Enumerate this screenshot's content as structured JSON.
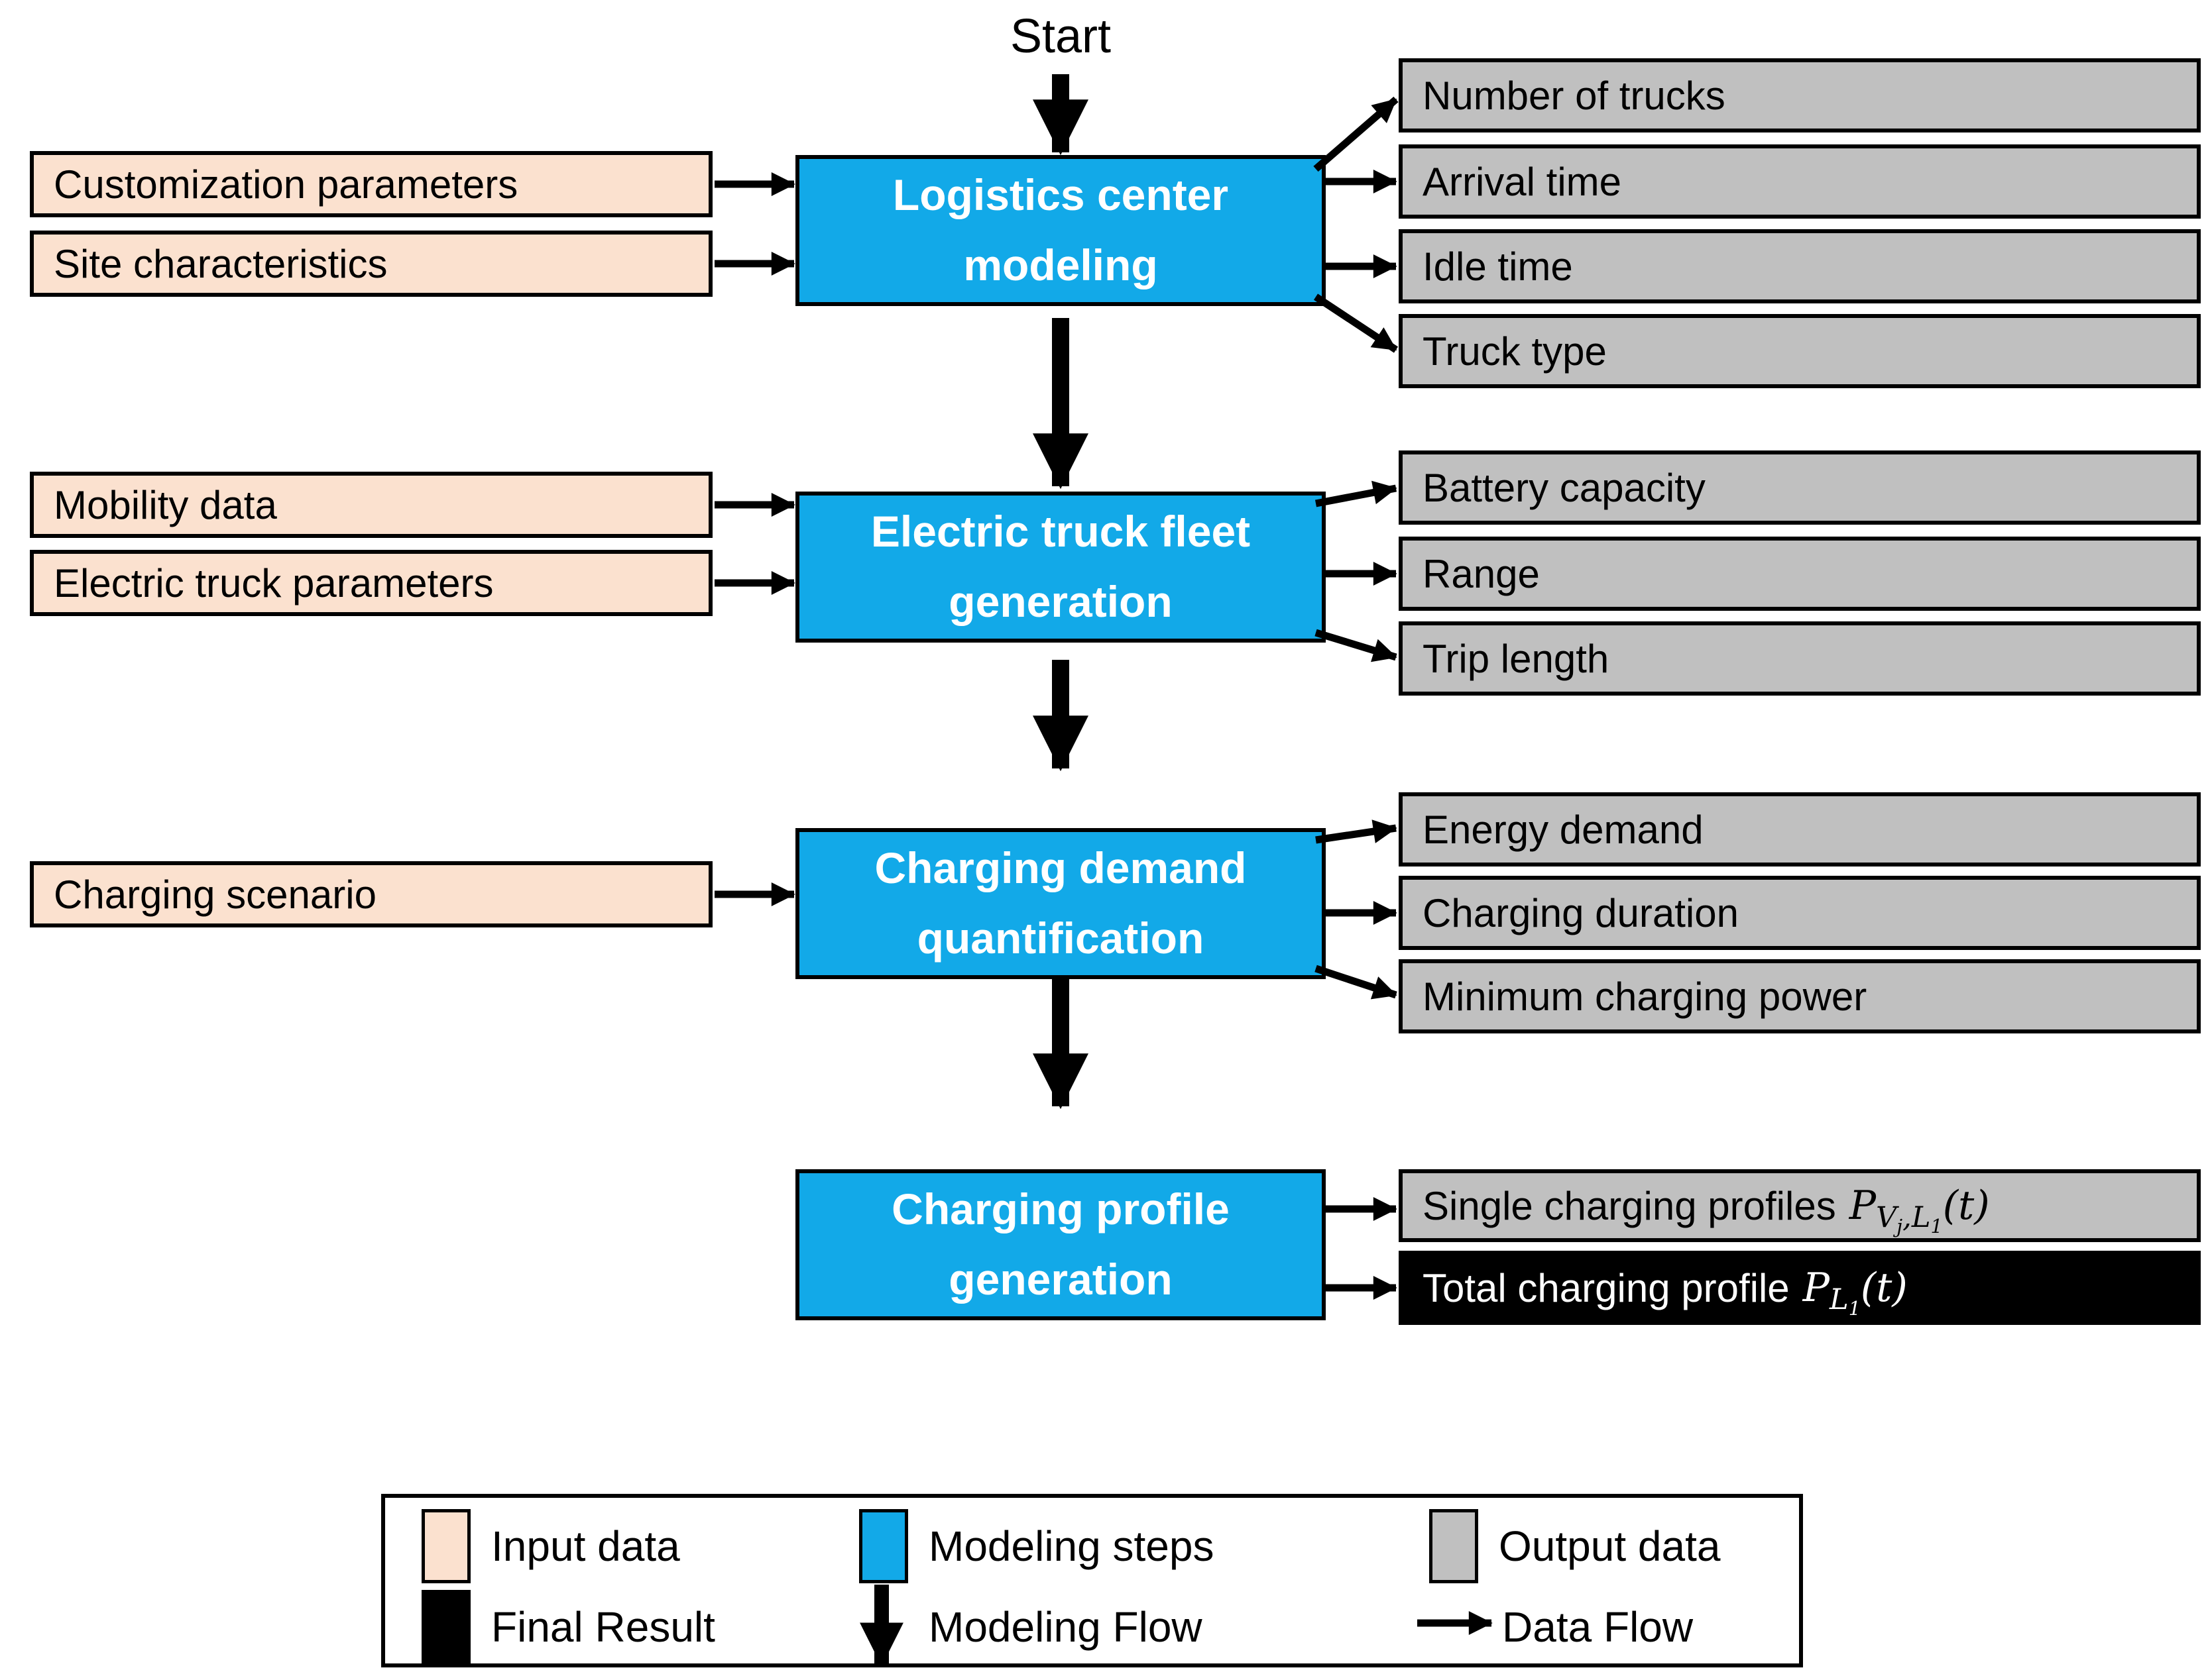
{
  "start_label": "Start",
  "colors": {
    "input": "#FBE1CF",
    "step": "#12A9E8",
    "output": "#C0C0C0",
    "final": "#000000"
  },
  "sections": [
    {
      "step": {
        "line1": "Logistics center",
        "line2": "modeling"
      },
      "inputs": [
        "Customization parameters",
        "Site characteristics"
      ],
      "outputs": [
        "Number of trucks",
        "Arrival time",
        "Idle time",
        "Truck type"
      ]
    },
    {
      "step": {
        "line1": "Electric truck fleet",
        "line2": "generation"
      },
      "inputs": [
        "Mobility data",
        "Electric truck parameters"
      ],
      "outputs": [
        "Battery capacity",
        "Range",
        "Trip length"
      ]
    },
    {
      "step": {
        "line1": "Charging demand",
        "line2": "quantification"
      },
      "inputs": [
        "Charging scenario"
      ],
      "outputs": [
        "Energy demand",
        "Charging duration",
        "Minimum charging power"
      ]
    },
    {
      "step": {
        "line1": "Charging profile",
        "line2": "generation"
      },
      "inputs": [],
      "outputs": [
        "Single charging profiles",
        "Total charging profile"
      ]
    }
  ],
  "math": {
    "single": {
      "base": "P",
      "sub1": "V",
      "sub1sub": "j",
      "comma": ",",
      "sub2": "L",
      "sub2sub": "1",
      "tail": "(t)"
    },
    "total": {
      "base": "P",
      "sub": "L",
      "subsub": "1",
      "tail": "(t)"
    }
  },
  "legend": {
    "row1": [
      {
        "swatch": "input",
        "label": "Input data"
      },
      {
        "swatch": "step",
        "label": "Modeling steps"
      },
      {
        "swatch": "output",
        "label": "Output data"
      }
    ],
    "row2": [
      {
        "swatch": "final",
        "label": "Final Result"
      },
      {
        "symbol": "thick-down-arrow",
        "label": "Modeling Flow"
      },
      {
        "symbol": "thin-right-arrow",
        "label": "Data Flow"
      }
    ]
  }
}
